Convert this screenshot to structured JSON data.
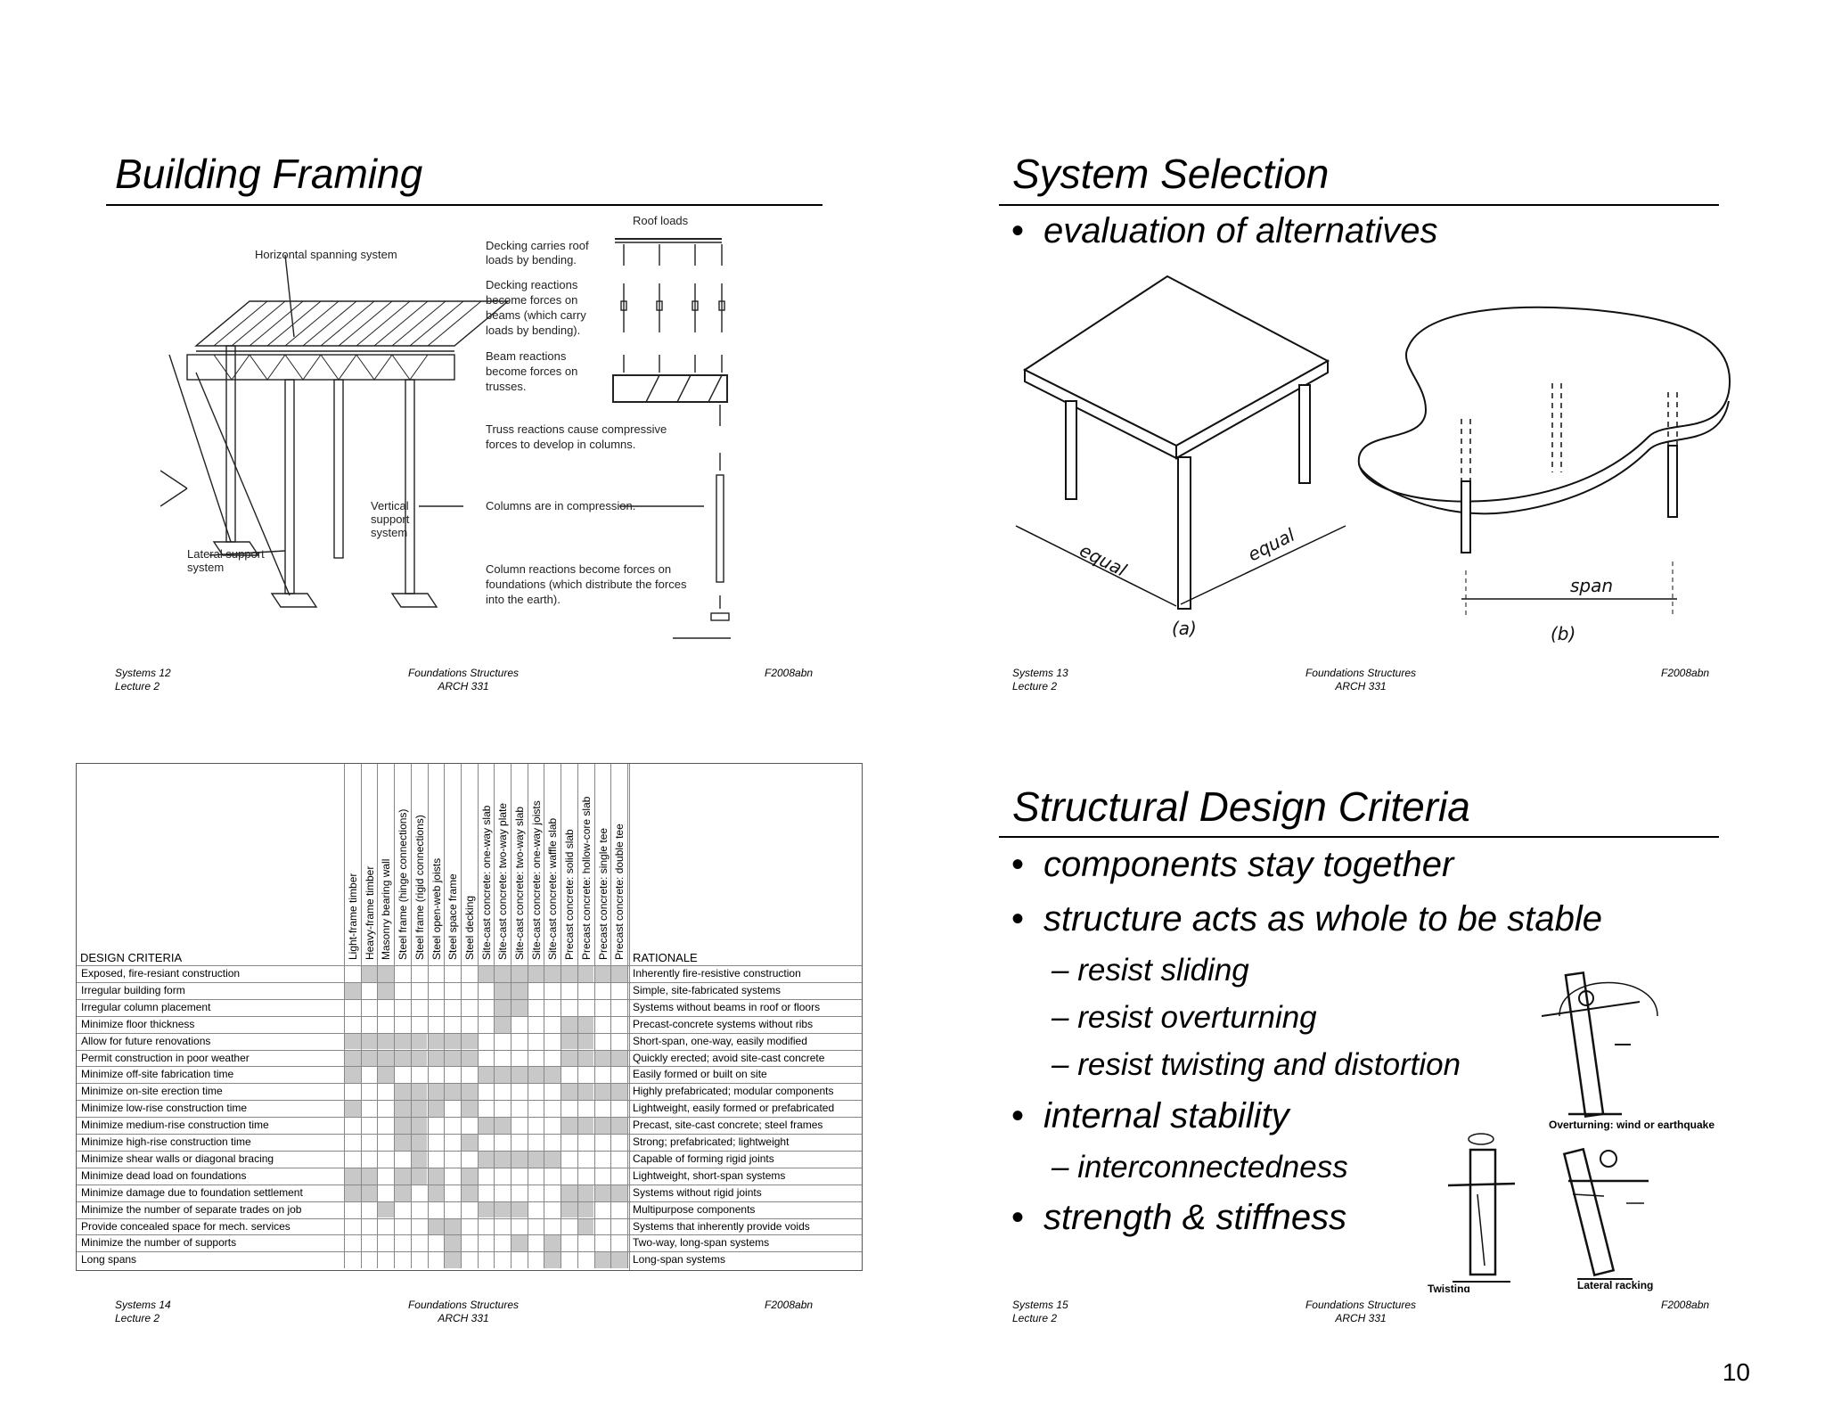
{
  "slide1": {
    "title": "Building Framing",
    "figure_labels": {
      "horizontal": "Horizontal spanning system",
      "roof_loads": "Roof loads",
      "decking1": "Decking carries roof",
      "decking2": "loads by bending.",
      "react1": "Decking reactions",
      "react2": "become forces on",
      "react3": "beams (which carry",
      "react4": "loads by bending).",
      "beam1": "Beam reactions",
      "beam2": "become forces on",
      "beam3": "trusses.",
      "truss1": "Truss reactions cause compressive",
      "truss2": "forces to develop in columns.",
      "vert1": "Vertical",
      "vert2": "support",
      "vert3": "system",
      "columns": "Columns are in compression.",
      "lateral1": "Lateral support",
      "lateral2": "system",
      "colreact1": "Column reactions become forces on",
      "colreact2": "foundations (which distribute the forces",
      "colreact3": "into the earth)."
    },
    "footer": {
      "left1": "Systems 12",
      "left2": "Lecture 2",
      "mid1": "Foundations Structures",
      "mid2": "ARCH 331",
      "right": "F2008abn"
    }
  },
  "slide2": {
    "title": "System Selection",
    "bullet": "evaluation of alternatives",
    "figure_labels": {
      "equal_left": "equal",
      "equal_right": "equal",
      "a": "(a)",
      "span": "span",
      "b": "(b)"
    },
    "footer": {
      "left1": "Systems 13",
      "left2": "Lecture 2",
      "mid1": "Foundations Structures",
      "mid2": "ARCH 331",
      "right": "F2008abn"
    }
  },
  "slide3": {
    "design_criteria_header": "DESIGN CRITERIA",
    "rationale_header": "RATIONALE",
    "systems": [
      "Light-frame timber",
      "Heavy-frame timber",
      "Masonry bearing wall",
      "Steel frame (hinge connections)",
      "Steel frame (rigid connections)",
      "Steel open-web joists",
      "Steel space frame",
      "Steel decking",
      "Site-cast concrete: one-way slab",
      "Site-cast concrete: two-way plate",
      "Site-cast concrete: two-way slab",
      "Site-cast concrete: one-way joists",
      "Site-cast concrete: waffle slab",
      "Precast concrete: solid slab",
      "Precast concrete: hollow-core slab",
      "Precast concrete: single tee",
      "Precast concrete: double tee"
    ],
    "rows": [
      {
        "criterion": "Exposed, fire-resiant construction",
        "rationale": "Inherently fire-resistive construction",
        "shaded": [
          1,
          2,
          8,
          9,
          10,
          11,
          12,
          13,
          14,
          15,
          16
        ]
      },
      {
        "criterion": "Irregular building form",
        "rationale": "Simple, site-fabricated systems",
        "shaded": [
          0,
          2,
          9,
          10
        ]
      },
      {
        "criterion": "Irregular column placement",
        "rationale": "Systems without beams in roof or floors",
        "shaded": [
          9,
          10
        ]
      },
      {
        "criterion": "Minimize floor thickness",
        "rationale": "Precast-concrete systems without ribs",
        "shaded": [
          9,
          13,
          14
        ]
      },
      {
        "criterion": "Allow for future renovations",
        "rationale": "Short-span, one-way, easily modified",
        "shaded": [
          0,
          1,
          2,
          3,
          4,
          5,
          6,
          7,
          13,
          14
        ]
      },
      {
        "criterion": "Permit construction in poor weather",
        "rationale": "Quickly erected; avoid site-cast concrete",
        "shaded": [
          0,
          1,
          2,
          3,
          4,
          5,
          6,
          7,
          13,
          14,
          15,
          16
        ]
      },
      {
        "criterion": "Minimize off-site fabrication time",
        "rationale": "Easily formed or built on site",
        "shaded": [
          0,
          2,
          8,
          9,
          10,
          11,
          12
        ]
      },
      {
        "criterion": "Minimize on-site erection time",
        "rationale": "Highly prefabricated; modular components",
        "shaded": [
          3,
          4,
          5,
          6,
          7,
          13,
          14,
          15,
          16
        ]
      },
      {
        "criterion": "Minimize low-rise construction time",
        "rationale": "Lightweight, easily formed or prefabricated",
        "shaded": [
          0,
          3,
          4,
          5,
          7
        ]
      },
      {
        "criterion": "Minimize medium-rise construction time",
        "rationale": "Precast, site-cast concrete; steel frames",
        "shaded": [
          3,
          4,
          8,
          9,
          13,
          14,
          15,
          16
        ]
      },
      {
        "criterion": "Minimize high-rise construction time",
        "rationale": "Strong; prefabricated; lightweight",
        "shaded": [
          3,
          4,
          7
        ]
      },
      {
        "criterion": "Minimize shear walls or diagonal bracing",
        "rationale": "Capable of forming rigid joints",
        "shaded": [
          4,
          8,
          9,
          10,
          11,
          12
        ]
      },
      {
        "criterion": "Minimize dead load on foundations",
        "rationale": "Lightweight, short-span systems",
        "shaded": [
          0,
          1,
          3,
          4,
          5,
          7
        ]
      },
      {
        "criterion": "Minimize damage due to foundation settlement",
        "rationale": "Systems without rigid joints",
        "shaded": [
          0,
          1,
          3,
          5,
          7,
          13,
          14,
          15,
          16
        ]
      },
      {
        "criterion": "Minimize the number of separate trades on job",
        "rationale": "Multipurpose components",
        "shaded": [
          2,
          8,
          9,
          10,
          13,
          14
        ]
      },
      {
        "criterion": "Provide concealed space for mech. services",
        "rationale": "Systems that inherently provide voids",
        "shaded": [
          5,
          6,
          14
        ]
      },
      {
        "criterion": "Minimize the number of supports",
        "rationale": "Two-way, long-span systems",
        "shaded": [
          6,
          10,
          12
        ]
      },
      {
        "criterion": "Long spans",
        "rationale": "Long-span systems",
        "shaded": [
          6,
          12,
          15,
          16
        ]
      }
    ],
    "footer": {
      "left1": "Systems 14",
      "left2": "Lecture 2",
      "mid1": "Foundations Structures",
      "mid2": "ARCH 331",
      "right": "F2008abn"
    }
  },
  "slide4": {
    "title": "Structural Design Criteria",
    "bullets": {
      "b1": "components stay together",
      "b2": "structure acts as whole to be stable",
      "s1": "resist sliding",
      "s2": "resist overturning",
      "s3": "resist twisting and distortion",
      "b3": "internal stability",
      "s4": "interconnectedness",
      "b4": "strength & stiffness"
    },
    "figure_labels": {
      "overturning": "Overturning: wind or earthquake",
      "twisting": "Twisting",
      "racking": "Lateral racking"
    },
    "footer": {
      "left1": "Systems 15",
      "left2": "Lecture 2",
      "mid1": "Foundations Structures",
      "mid2": "ARCH 331",
      "right": "F2008abn"
    }
  },
  "page_number": "10",
  "colors": {
    "shade": "#c8c8c8",
    "rule": "#000000",
    "grid": "#888888"
  }
}
